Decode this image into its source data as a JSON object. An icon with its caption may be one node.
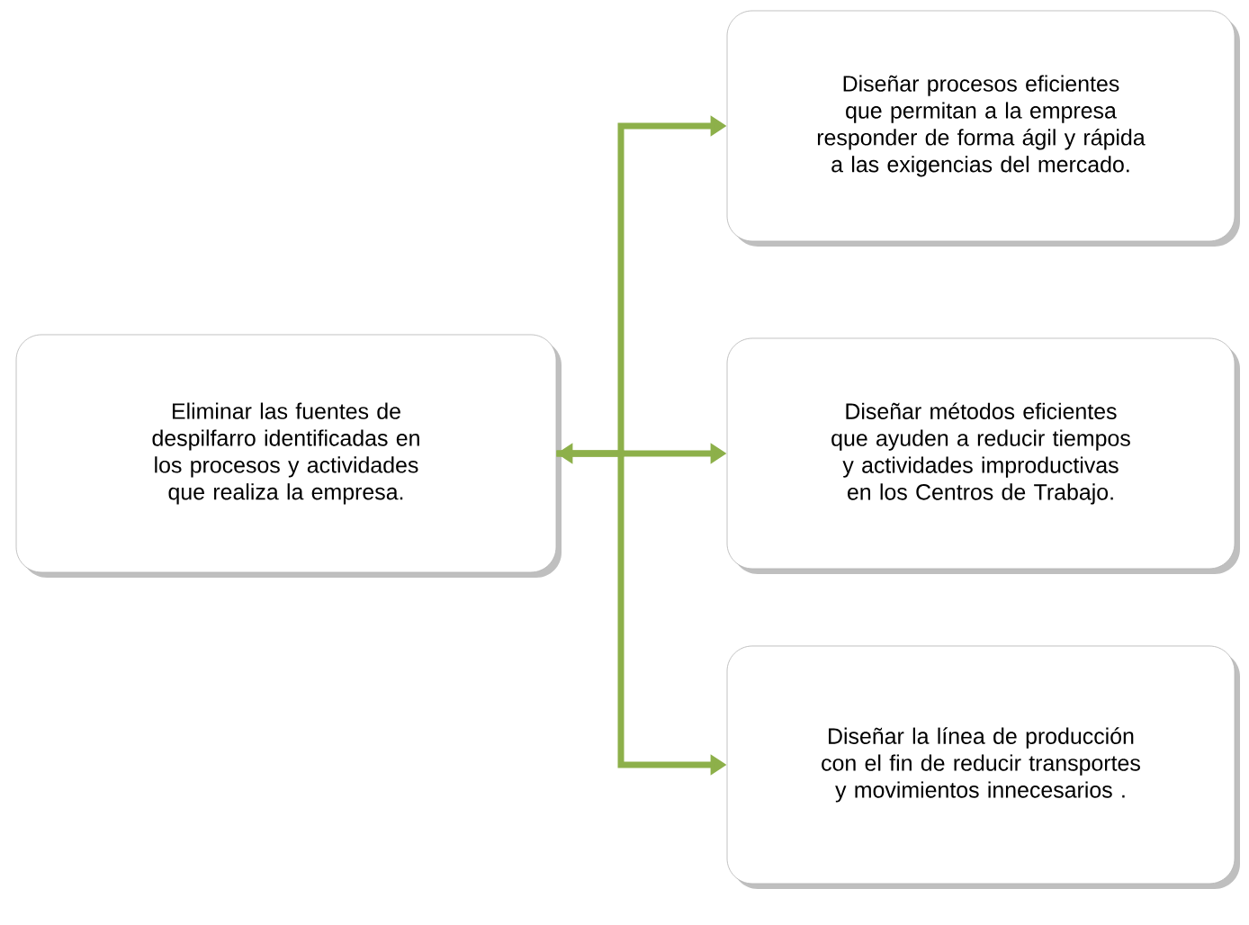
{
  "diagram": {
    "nodes": [
      {
        "text": [
          "Eliminar las fuentes de despilfarro identificadas en los procesos y actividades que realiza la empresa."
        ]
      },
      {
        "text": [
          "Diseñar procesos eficientes que permitan a la empresa responder de forma ágil y rápida a las exigencias del mercado."
        ]
      },
      {
        "text": [
          "Diseñar métodos eficientes que ayuden a reducir tiempos y actividades improductivas en los Centros de Trabajo."
        ]
      },
      {
        "text": [
          "Diseñar la línea de producción con el fin de reducir transportes y movimientos innecesarios ."
        ]
      }
    ],
    "edges": [
      {
        "from": 0,
        "to": 1,
        "arrow": "to"
      },
      {
        "from": 0,
        "to": 2,
        "arrow": "both"
      },
      {
        "from": 0,
        "to": 3,
        "arrow": "to"
      }
    ]
  }
}
